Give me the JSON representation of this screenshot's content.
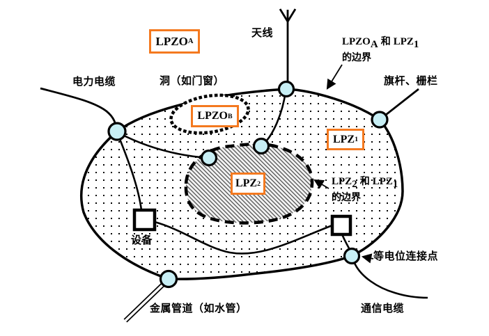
{
  "colors": {
    "zone_box_border_orange": "#F4791F",
    "bonding_node_fill_cyan": "#C8EFF5",
    "line_black": "#000000",
    "hatch_gray": "#555555"
  },
  "zones": {
    "lpz0a": {
      "main": "LPZO",
      "sub": "A"
    },
    "lpz0b": {
      "main": "LPZO",
      "sub": "B"
    },
    "lpz1": {
      "main": "LPZ",
      "sub": "1"
    },
    "lpz2": {
      "main": "LPZ",
      "sub": "2"
    }
  },
  "labels": {
    "antenna": "天线",
    "power_cable": "电力电缆",
    "opening": "洞（如门窗）",
    "flagpole_fence": "旗杆、栅栏",
    "equipment": "设备",
    "bonding_point": "等电位连接点",
    "metal_pipe": "金属管道（如水管）",
    "comm_cable": "通信电缆",
    "boundary01": {
      "zone1": "LPZO",
      "zone1_sub": "A",
      "conj": "和",
      "zone2": "LPZ",
      "zone2_sub": "1",
      "line2": "的边界"
    },
    "boundary21": {
      "zone1": "LPZ",
      "zone1_sub": "2",
      "conj": "和",
      "zone2": "LPZ",
      "zone2_sub": "1",
      "line2": "的边界"
    }
  },
  "icons": {
    "bonding_node": "cyan-circle-node",
    "equipment_box": "white-square",
    "antenna_symbol": "forked-mast",
    "metal_pipe_symbol": "double-line-pipe"
  }
}
